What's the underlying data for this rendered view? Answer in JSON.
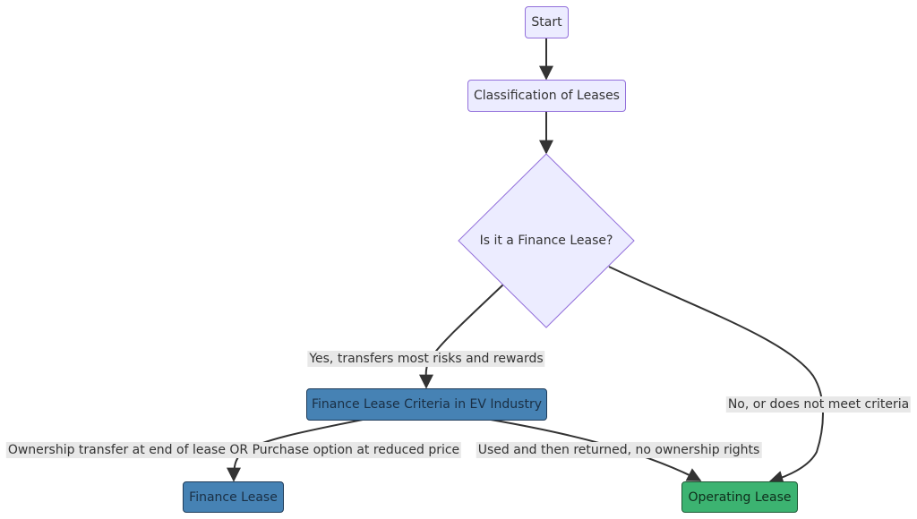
{
  "diagram": {
    "nodes": {
      "start": "Start",
      "classification": "Classification of Leases",
      "decision": "Is it a Finance Lease?",
      "criteria": "Finance Lease Criteria in EV Industry",
      "finance": "Finance Lease",
      "operating": "Operating Lease"
    },
    "edges": {
      "yes": "Yes, transfers most risks and rewards",
      "no": "No, or does not meet criteria",
      "ownership": "Ownership transfer at end of lease OR Purchase option at reduced price",
      "returned": "Used and then returned, no ownership rights"
    },
    "colors": {
      "default_fill": "#ececff",
      "default_stroke": "#9370db",
      "finance_fill": "#4682b4",
      "operating_fill": "#3cb371",
      "edge_stroke": "#333333"
    }
  }
}
